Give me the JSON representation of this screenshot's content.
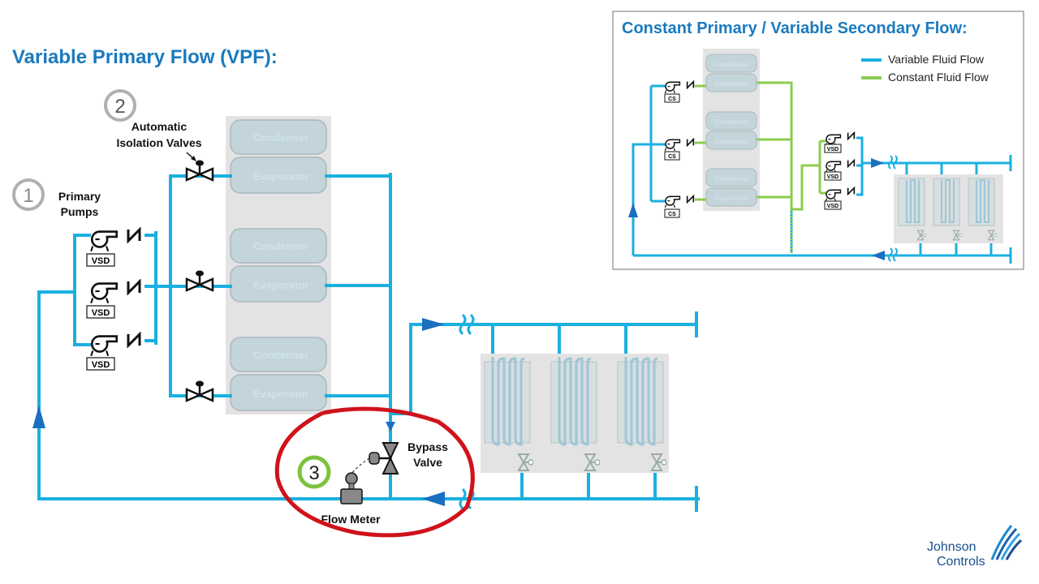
{
  "title": "Variable Primary Flow (VPF):",
  "callouts": {
    "one": {
      "number": "1",
      "label_line1": "Primary",
      "label_line2": "Pumps"
    },
    "two": {
      "number": "2",
      "label_line1": "Automatic",
      "label_line2": "Isolation Valves"
    },
    "three": {
      "number": "3"
    }
  },
  "chillers": [
    {
      "top": "Condenser",
      "bottom": "Evaporator"
    },
    {
      "top": "Condenser",
      "bottom": "Evaporator"
    },
    {
      "top": "Condenser",
      "bottom": "Evaporator"
    }
  ],
  "pump_tags": [
    "VSD",
    "VSD",
    "VSD"
  ],
  "bypass_label_line1": "Bypass",
  "bypass_label_line2": "Valve",
  "flow_meter_label": "Flow Meter",
  "inset": {
    "title": "Constant Primary / Variable Secondary Flow:",
    "legend": [
      {
        "label": "Variable Fluid Flow",
        "color": "#1ab0e0"
      },
      {
        "label": "Constant Fluid Flow",
        "color": "#8ccc4e"
      }
    ],
    "chillers": [
      {
        "top": "Condenser",
        "bottom": "Evaporator"
      },
      {
        "top": "Condenser",
        "bottom": "Evaporator"
      },
      {
        "top": "Condenser",
        "bottom": "Evaporator"
      }
    ],
    "primary_pump_tags": [
      "CS",
      "CS",
      "CS"
    ],
    "secondary_pump_tags": [
      "VSD",
      "VSD",
      "VSD"
    ]
  },
  "logo": {
    "line1": "Johnson",
    "line2": "Controls"
  },
  "colors": {
    "variable": "#1ab0e0",
    "constant": "#8ccc4e",
    "title": "#1a7abf",
    "highlight": "#d0121b",
    "callout3": "#7dc242"
  }
}
